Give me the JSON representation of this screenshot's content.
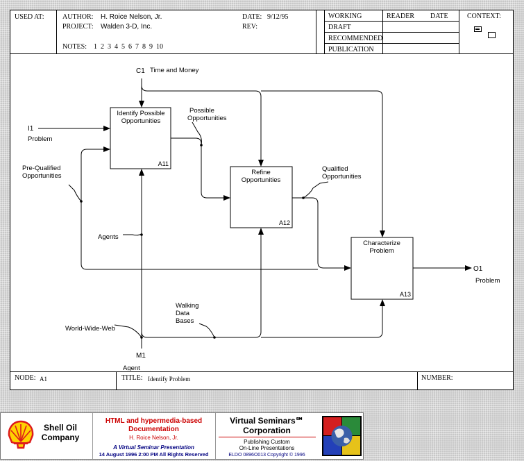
{
  "header": {
    "used_at_label": "USED AT:",
    "author_label": "AUTHOR:",
    "author_value": "H. Roice Nelson, Jr.",
    "project_label": "PROJECT:",
    "project_value": "Walden 3-D, Inc.",
    "date_label": "DATE:",
    "date_value": "9/12/95",
    "rev_label": "REV:",
    "notes_label": "NOTES:",
    "notes_numbers": "1  2  3  4  5  6  7  8  9  10",
    "status_items": [
      "WORKING",
      "DRAFT",
      "RECOMMENDED",
      "PUBLICATION"
    ],
    "reader_label": "READER",
    "reader_date_label": "DATE",
    "context_label": "CONTEXT:"
  },
  "diagram": {
    "boxes": [
      {
        "line1": "Identify Possible",
        "line2": "Opportunities",
        "node": "A11"
      },
      {
        "line1": "Refine",
        "line2": "Opportunities",
        "node": "A12"
      },
      {
        "line1": "Characterize",
        "line2": "Problem",
        "node": "A13"
      }
    ],
    "control": {
      "code": "C1",
      "label": "Time and Money"
    },
    "input": {
      "code": "I1",
      "label": "Problem"
    },
    "output": {
      "code": "O1",
      "label": "Problem"
    },
    "mechanism": {
      "code": "M1",
      "label": "Agent"
    },
    "arrow_labels": {
      "possible_1": "Possible",
      "possible_2": "Opportunities",
      "qualified_1": "Qualified",
      "qualified_2": "Opportunities",
      "prequal_1": "Pre-Qualified",
      "prequal_2": "Opportunities",
      "agents": "Agents",
      "walking_1": "Walking",
      "walking_2": "Data",
      "walking_3": "Bases",
      "www": "World-Wide-Web"
    }
  },
  "footer": {
    "node_label": "NODE:",
    "node_value": "A1",
    "title_label": "TITLE:",
    "title_value": "Identify Problem",
    "number_label": "NUMBER:"
  },
  "banner": {
    "shell_line1": "Shell Oil",
    "shell_line2": "Company",
    "doc_title_1": "HTML and hypermedia-based",
    "doc_title_2": "Documentation",
    "doc_author": "H. Roice Nelson, Jr.",
    "doc_presentation": "A Virtual Seminar Presentation",
    "doc_date": "14 August 1996  2:00 PM   All Rights Reserved",
    "vs_title_1": "Virtual Seminars℠",
    "vs_title_2": "Corporation",
    "vs_line1": "Publishing Custom",
    "vs_line2": "On-Line Presentations",
    "vs_line3": "ELDO 0896O013 Copyright © 1996",
    "colors": {
      "shell_red": "#dd1c1c",
      "shell_yellow": "#ffd200",
      "accent_red": "#cc0000",
      "navy": "#000080"
    }
  }
}
